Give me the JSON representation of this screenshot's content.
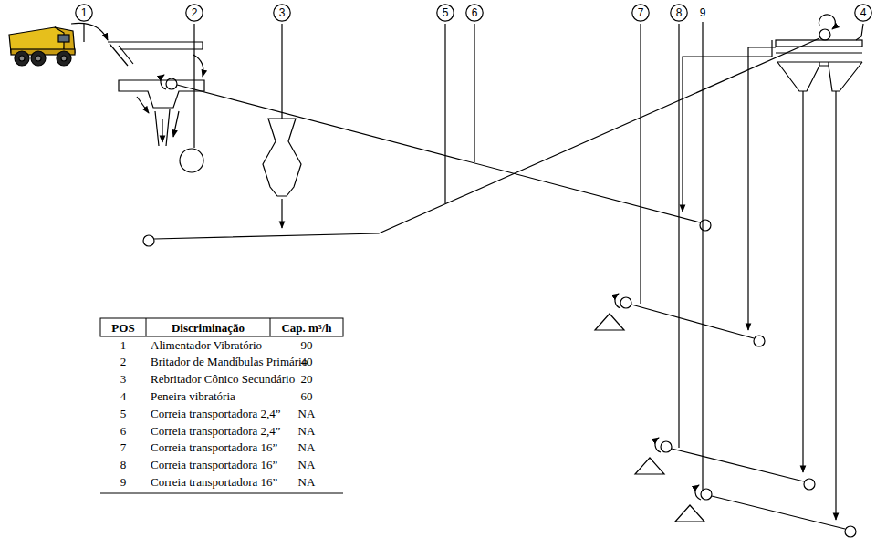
{
  "diagram": {
    "nodes": [
      {
        "text": [
          "1"
        ]
      },
      {
        "text": [
          "2"
        ]
      },
      {
        "text": [
          "3"
        ]
      },
      {
        "text": [
          "5"
        ]
      },
      {
        "text": [
          "6"
        ]
      },
      {
        "text": [
          "7"
        ]
      },
      {
        "text": [
          "8"
        ]
      },
      {
        "text": [
          "4"
        ]
      }
    ],
    "labels": [
      "9",
      "POS",
      "Discriminação",
      "Cap. m³/h",
      "1",
      "Alimentador Vibratório",
      "90",
      "2",
      "Britador de Mandíbulas Primário",
      "40",
      "3",
      "Rebritador Cônico Secundário",
      "20",
      "4",
      "Peneira vibratória",
      "60",
      "5",
      "Correia transportadora 2,4”",
      "NA",
      "6",
      "Correia transportadora 2,4”",
      "NA",
      "7",
      "Correia transportadora 16”",
      "NA",
      "8",
      "Correia transportadora 16”",
      "NA",
      "9",
      "Correia transportadora 16”",
      "NA"
    ]
  }
}
